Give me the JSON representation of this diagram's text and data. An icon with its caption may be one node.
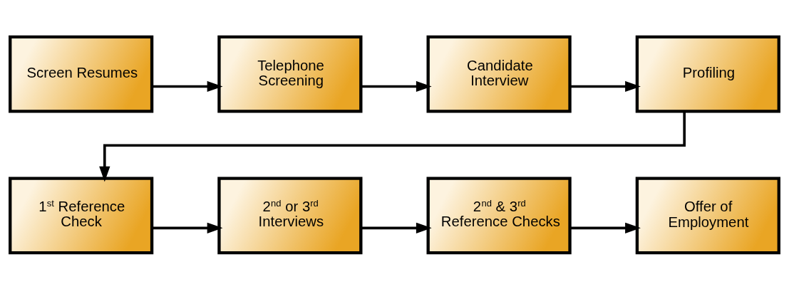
{
  "diagram": {
    "nodes": [
      {
        "text": [
          "Screen Resumes"
        ]
      },
      {
        "text": [
          "Telephone Screening"
        ]
      },
      {
        "text": [
          "Candidate Interview"
        ]
      },
      {
        "text": [
          "Profiling"
        ]
      },
      {
        "text": [
          "1$^{st}$ Reference Check"
        ]
      },
      {
        "text": [
          "2$^{nd}$ or 3$^{rd}$ Interviews"
        ]
      },
      {
        "text": [
          "2$^{nd}$ & 3$^{rd}$ Reference Checks"
        ]
      },
      {
        "text": [
          "Offer of Employment"
        ]
      }
    ],
    "edges": [
      {
        "from": 0,
        "to": 1,
        "arrow": "to"
      },
      {
        "from": 1,
        "to": 2,
        "arrow": "to"
      },
      {
        "from": 2,
        "to": 3,
        "arrow": "to"
      },
      {
        "from": 3,
        "to": 4,
        "arrow": "to"
      },
      {
        "from": 4,
        "to": 5,
        "arrow": "to"
      },
      {
        "from": 5,
        "to": 6,
        "arrow": "to"
      },
      {
        "from": 6,
        "to": 7,
        "arrow": "to"
      }
    ]
  }
}
